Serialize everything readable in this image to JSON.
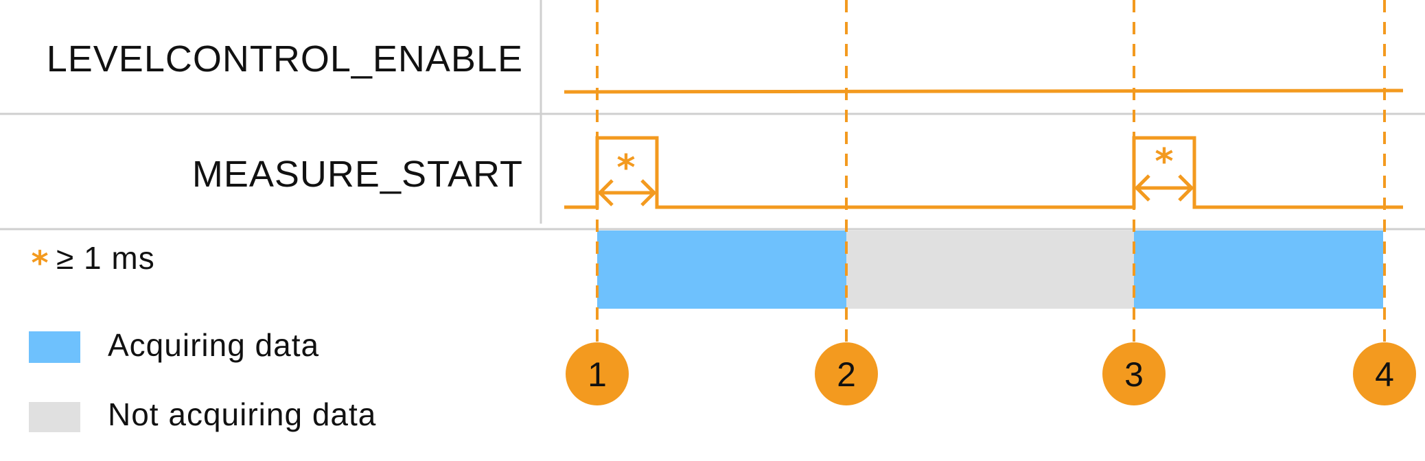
{
  "signals": {
    "enable_label": "LEVELCONTROL_ENABLE",
    "start_label": "MEASURE_START"
  },
  "pulse_annotation": {
    "symbol": "*"
  },
  "legend": {
    "note_symbol": "*",
    "note_text": "≥ 1 ms",
    "acquiring_label": "Acquiring data",
    "not_acquiring_label": "Not acquiring data"
  },
  "markers": [
    "1",
    "2",
    "3",
    "4"
  ],
  "acquisition_states": [
    "acquiring",
    "not acquiring",
    "acquiring"
  ],
  "colors": {
    "signal": "#F39A1F",
    "acquiring": "#6EC1FD",
    "not_acquiring": "#E0E0E0",
    "grid": "#CFCFCF",
    "text": "#111111"
  }
}
